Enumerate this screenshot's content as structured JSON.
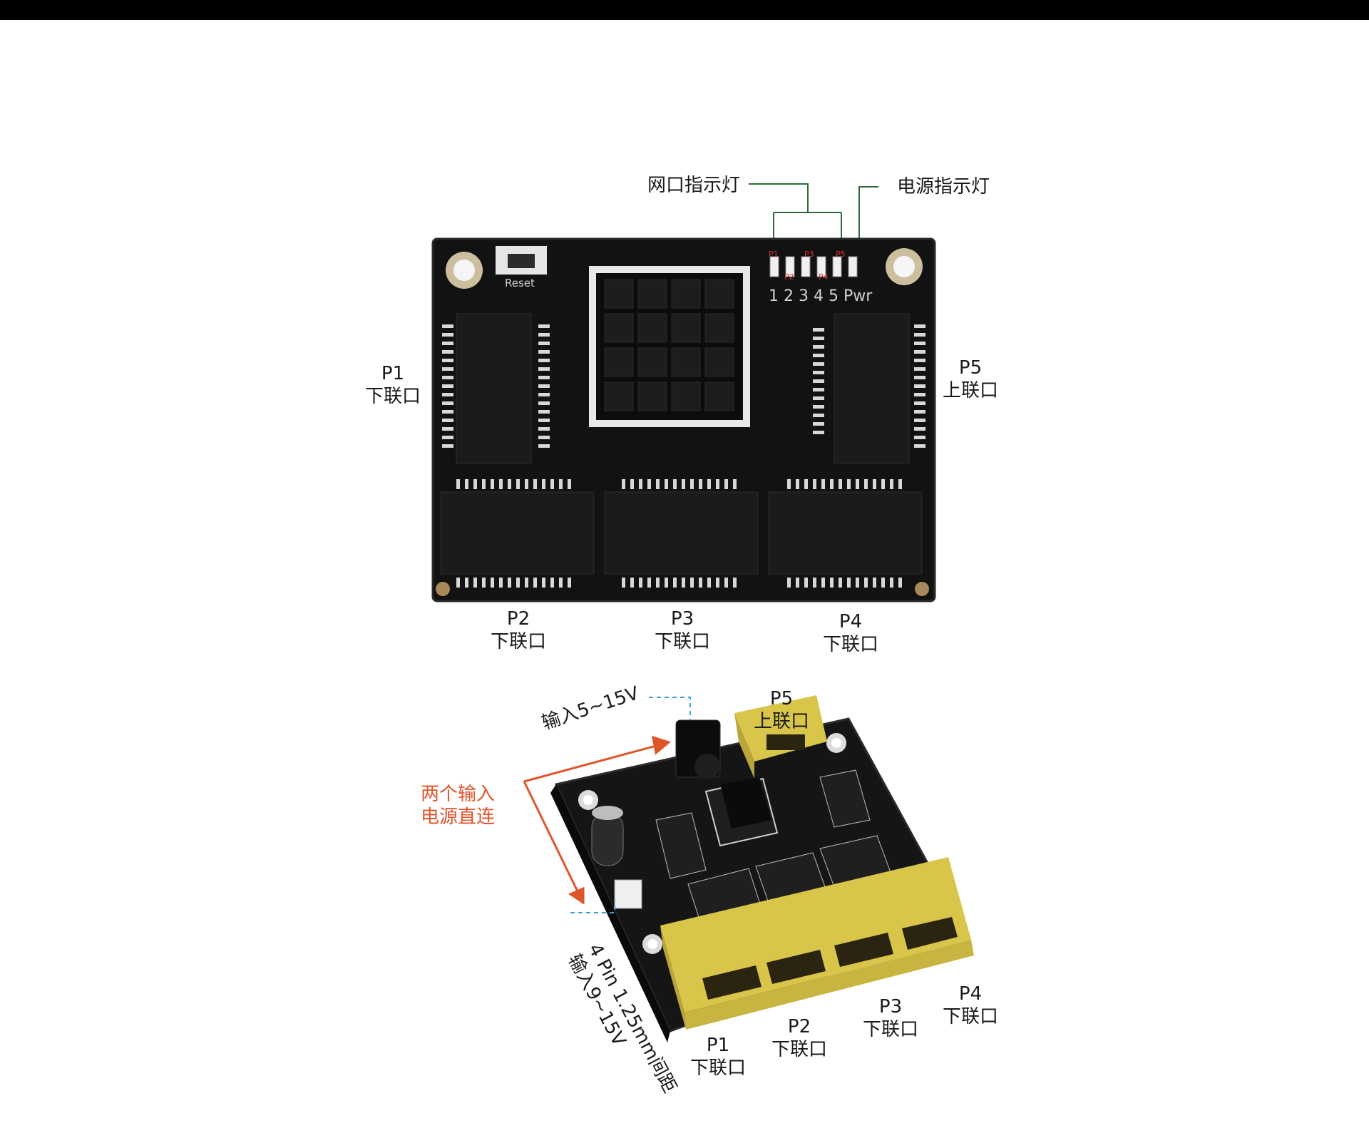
{
  "top_board": {
    "callouts": {
      "port_led": "网口指示灯",
      "power_led": "电源指示灯"
    },
    "silkscreen": {
      "reset": "Reset",
      "led_numbers": "1 2 3 4 5 Pwr",
      "p1": "P1",
      "p2": "P2",
      "p3": "P3",
      "p4": "P4",
      "p5": "P5"
    },
    "ports": {
      "p1": {
        "name": "P1",
        "role": "下联口"
      },
      "p2": {
        "name": "P2",
        "role": "下联口"
      },
      "p3": {
        "name": "P3",
        "role": "下联口"
      },
      "p4": {
        "name": "P4",
        "role": "下联口"
      },
      "p5": {
        "name": "P5",
        "role": "上联口"
      }
    }
  },
  "bottom_board": {
    "power_input": "输入5~15V",
    "dual_input": {
      "line1": "两个输入",
      "line2": "电源直连"
    },
    "pin_input": {
      "line1": "4 Pin 1.25mm间距",
      "line2": "输入9~15V"
    },
    "ports": {
      "p5": {
        "name": "P5",
        "role": "上联口"
      },
      "p1": {
        "name": "P1",
        "role": "下联口"
      },
      "p2": {
        "name": "P2",
        "role": "下联口"
      },
      "p3": {
        "name": "P3",
        "role": "下联口"
      },
      "p4": {
        "name": "P4",
        "role": "下联口"
      }
    }
  },
  "colors": {
    "pcb": "#121212",
    "callout_line": "#2e6b3a",
    "arrow": "#e0542b",
    "dashed": "#3aa0d8",
    "rj45": "#d8c54a"
  }
}
